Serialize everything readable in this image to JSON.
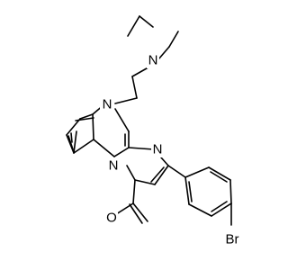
{
  "molecule": {
    "atoms": {
      "amine_n": {
        "symbol": "N",
        "color": "#000000"
      },
      "ring_n_top": {
        "symbol": "N",
        "color": "#000000"
      },
      "ring_n_right": {
        "symbol": "N",
        "color": "#000000"
      },
      "ring_n_bridge": {
        "symbol": "N",
        "color": "#000000"
      },
      "carbonyl_o": {
        "symbol": "O",
        "color": "#000000"
      },
      "bromine": {
        "symbol": "Br",
        "color": "#000000"
      }
    }
  }
}
